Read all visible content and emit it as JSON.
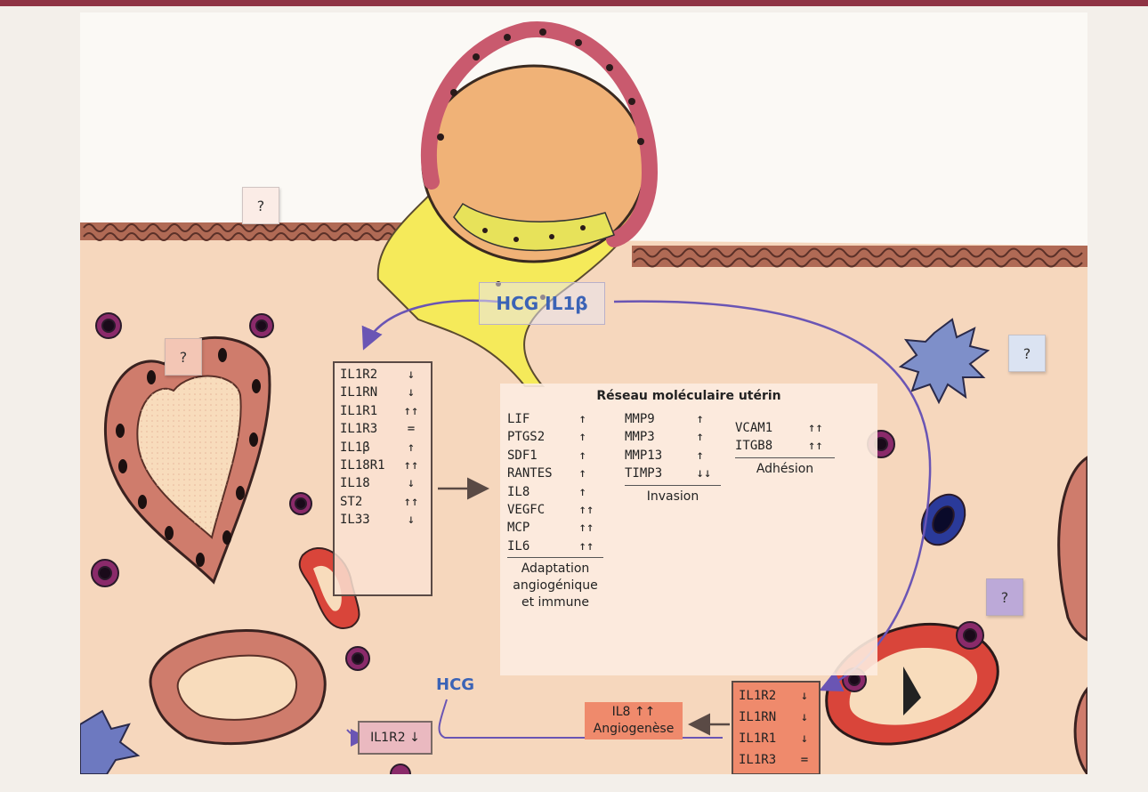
{
  "question_mark": "?",
  "hcg_il1b": "HCG IL1β",
  "hcg": "HCG",
  "left_box": [
    {
      "name": "IL1R2",
      "arrow": "↓"
    },
    {
      "name": "IL1RN",
      "arrow": "↓"
    },
    {
      "name": "IL1R1",
      "arrow": "↑↑"
    },
    {
      "name": "IL1R3",
      "arrow": "="
    },
    {
      "name": "IL1β",
      "arrow": "↑"
    },
    {
      "name": "IL18R1",
      "arrow": "↑↑"
    },
    {
      "name": "IL18",
      "arrow": "↓"
    },
    {
      "name": "ST2",
      "arrow": "↑↑"
    },
    {
      "name": "IL33",
      "arrow": "↓"
    }
  ],
  "network": {
    "title": "Réseau moléculaire utérin",
    "col1": [
      {
        "name": "LIF",
        "arrow": "↑"
      },
      {
        "name": "PTGS2",
        "arrow": "↑"
      },
      {
        "name": "SDF1",
        "arrow": "↑"
      },
      {
        "name": "RANTES",
        "arrow": "↑"
      },
      {
        "name": "IL8",
        "arrow": "↑"
      },
      {
        "name": "VEGFC",
        "arrow": "↑↑"
      },
      {
        "name": "MCP",
        "arrow": "↑↑"
      },
      {
        "name": "IL6",
        "arrow": "↑↑"
      }
    ],
    "col1_caption": [
      "Adaptation",
      "angiogénique",
      "et immune"
    ],
    "col2": [
      {
        "name": "MMP9",
        "arrow": "↑"
      },
      {
        "name": "MMP3",
        "arrow": "↑"
      },
      {
        "name": "MMP13",
        "arrow": "↑"
      },
      {
        "name": "TIMP3",
        "arrow": "↓↓"
      }
    ],
    "col2_caption": "Invasion",
    "col3": [
      {
        "name": "VCAM1",
        "arrow": "↑↑"
      },
      {
        "name": "ITGB8",
        "arrow": "↑↑"
      }
    ],
    "col3_caption": "Adhésion"
  },
  "gland_box": "IL1R2 ↓",
  "angio_box": [
    "IL8 ↑↑",
    "Angiogenèse"
  ],
  "right_box": [
    {
      "name": "IL1R2",
      "arrow": "↓"
    },
    {
      "name": "IL1RN",
      "arrow": "↓"
    },
    {
      "name": "IL1R1",
      "arrow": "↓"
    },
    {
      "name": "IL1R3",
      "arrow": "="
    }
  ],
  "colors": {
    "top_bar": "#8f3344",
    "stroma": "#f6d7bd",
    "hcg_text": "#3b63b6",
    "arrow_purple": "#6a55b4",
    "highlight": "#ef8a6c"
  }
}
